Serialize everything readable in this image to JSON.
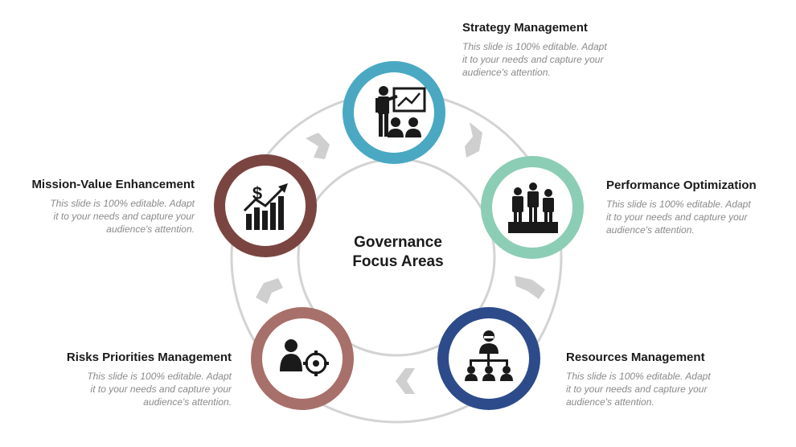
{
  "title": {
    "line1": "Governance",
    "line2": "Focus Areas"
  },
  "nodes": [
    {
      "heading": "Strategy Management",
      "desc_lines": [
        "This slide is 100% editable. Adapt",
        "it to your needs and capture your",
        "audience's attention."
      ],
      "ring_color": "#4aa8c2",
      "icon": "presentation-icon"
    },
    {
      "heading": "Performance Optimization",
      "desc_lines": [
        "This slide is 100% editable. Adapt",
        "it to your needs and capture your",
        "audience's attention."
      ],
      "ring_color": "#8ccdb5",
      "icon": "podium-team-icon"
    },
    {
      "heading": "Resources Management",
      "desc_lines": [
        "This slide is 100% editable. Adapt",
        "it to your needs and capture your",
        "audience's attention."
      ],
      "ring_color": "#2d4b8a",
      "icon": "org-chart-icon"
    },
    {
      "heading": "Risks Priorities Management",
      "desc_lines": [
        "This slide is 100% editable. Adapt",
        "it to your needs and capture your",
        "audience's attention."
      ],
      "ring_color": "#a8706a",
      "icon": "person-target-icon"
    },
    {
      "heading": "Mission-Value Enhancement",
      "desc_lines": [
        "This slide is 100% editable. Adapt",
        "it to your needs and capture your",
        "audience's attention."
      ],
      "ring_color": "#7a4541",
      "icon": "growth-chart-icon"
    }
  ],
  "colors": {
    "track": "#d3d3d3",
    "chevron": "#cfcfcf",
    "icon": "#1a1a1a"
  }
}
